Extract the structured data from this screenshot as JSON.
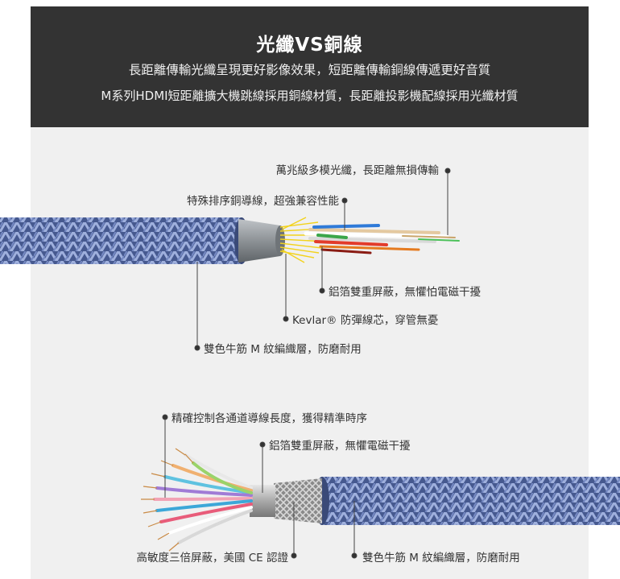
{
  "header": {
    "title": "光纖VS銅線",
    "subtitle_1": "長距離傳輸光纖呈現更好影像效果，短距離傳輸銅線傳遞更好音質",
    "subtitle_2": "M系列HDMI短距離擴大機跳線採用銅線材質，長距離投影機配線採用光纖材質"
  },
  "fiber_cable": {
    "label_multimode": "萬兆級多模光纖，長距離無損傳輸",
    "label_copper": "特殊排序銅導線，超強兼容性能",
    "label_foil": "鋁箔雙重屏蔽，無懼怕電磁干擾",
    "label_kevlar": "Kevlar® 防彈線芯，穿管無憂",
    "label_braid": "雙色牛筋 M 紋編織層，防磨耐用"
  },
  "copper_cable": {
    "label_precision": "精確控制各通道導線長度，獲得精準時序",
    "label_foil": "鋁箔雙重屏蔽，無懼電磁干擾",
    "label_shield": "高敏度三倍屏蔽，美國 CE 認證",
    "label_braid": "雙色牛筋 M 紋編織層，防磨耐用"
  },
  "colors": {
    "banner_bg": "#333333",
    "panel_bg": "#f0f0f0",
    "braid_blue": "#4b5f96",
    "accent_dot": "#333333"
  }
}
